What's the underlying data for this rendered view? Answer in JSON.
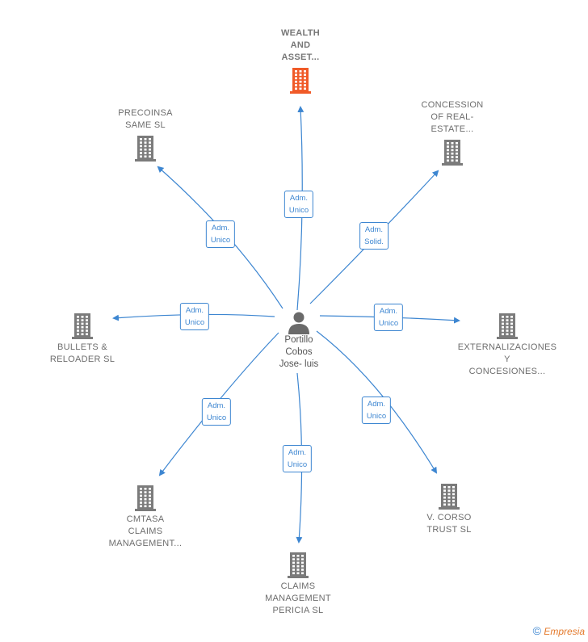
{
  "colors": {
    "edge": "#3d86d1",
    "building": "#7b7b7b",
    "building_highlight": "#f05a28",
    "person": "#6a6a6a"
  },
  "center": {
    "name": "Portillo\nCobos\nJose- luis",
    "icon": "person-icon"
  },
  "companies": [
    {
      "id": "wealth",
      "name": "WEALTH\nAND\nASSET...",
      "highlight": true,
      "icon": "building-icon"
    },
    {
      "id": "precoinsa",
      "name": "PRECOINSA\nSAME SL",
      "highlight": false,
      "icon": "building-icon"
    },
    {
      "id": "concession",
      "name": "CONCESSION\nOF REAL-\nESTATE...",
      "highlight": false,
      "icon": "building-icon"
    },
    {
      "id": "bullets",
      "name": "BULLETS &\nRELOADER SL",
      "highlight": false,
      "icon": "building-icon"
    },
    {
      "id": "externalizaciones",
      "name": "EXTERNALIZACIONES\nY\nCONCESIONES...",
      "highlight": false,
      "icon": "building-icon"
    },
    {
      "id": "cmtasa",
      "name": "CMTASA\nCLAIMS\nMANAGEMENT...",
      "highlight": false,
      "icon": "building-icon"
    },
    {
      "id": "vcorso",
      "name": "V. CORSO\nTRUST SL",
      "highlight": false,
      "icon": "building-icon"
    },
    {
      "id": "claims",
      "name": "CLAIMS\nMANAGEMENT\nPERICIA SL",
      "highlight": false,
      "icon": "building-icon"
    }
  ],
  "relations": [
    {
      "target": "wealth",
      "label": "Adm.\nUnico"
    },
    {
      "target": "precoinsa",
      "label": "Adm.\nUnico"
    },
    {
      "target": "concession",
      "label": "Adm.\nSolid."
    },
    {
      "target": "bullets",
      "label": "Adm.\nUnico"
    },
    {
      "target": "externalizaciones",
      "label": "Adm.\nUnico"
    },
    {
      "target": "cmtasa",
      "label": "Adm.\nUnico"
    },
    {
      "target": "vcorso",
      "label": "Adm.\nUnico"
    },
    {
      "target": "claims",
      "label": "Adm.\nUnico"
    }
  ],
  "footer": {
    "copyright_symbol": "©",
    "brand": "Empresia"
  }
}
